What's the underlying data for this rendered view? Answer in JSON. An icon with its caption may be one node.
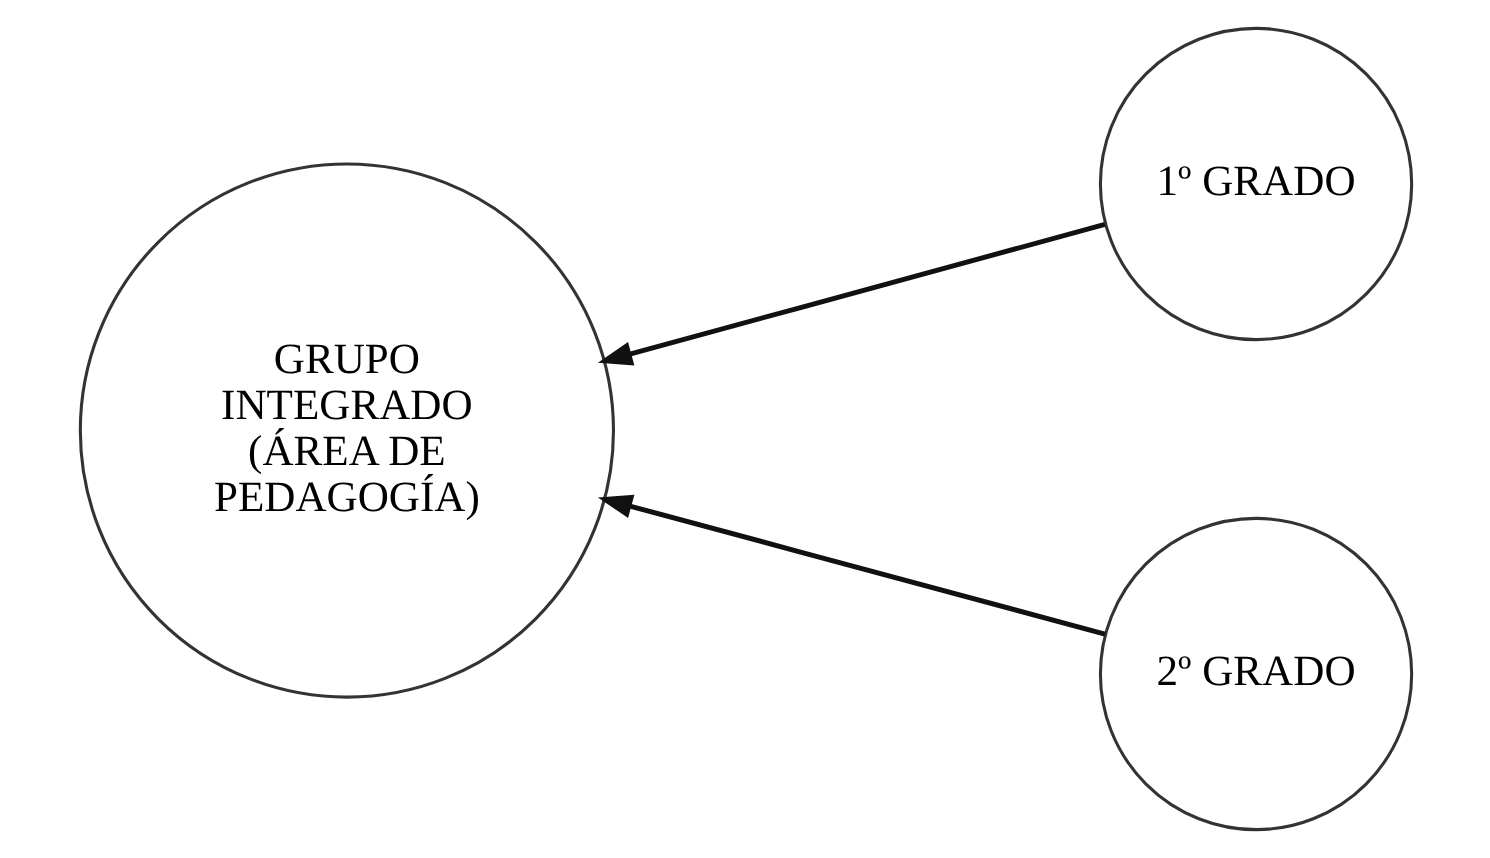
{
  "diagram": {
    "nodes": [
      {
        "text": [
          "GRUPO INTEGRADO (ÁREA DE PEDAGOGÍA)"
        ]
      },
      {
        "text": [
          "1º GRADO"
        ]
      },
      {
        "text": [
          "2º GRADO"
        ]
      }
    ],
    "edges": [
      {
        "from": 1,
        "to": 0,
        "arrow": "to"
      },
      {
        "from": 2,
        "to": 0,
        "arrow": "to"
      }
    ]
  }
}
